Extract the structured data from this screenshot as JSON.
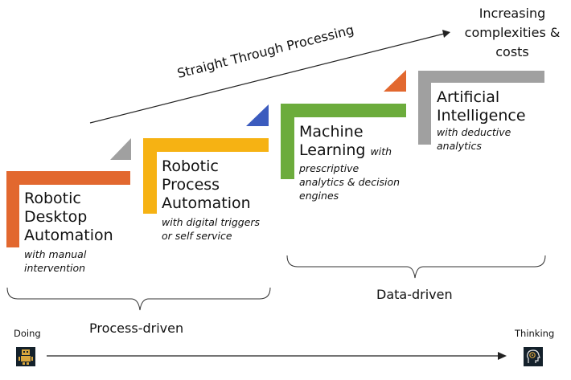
{
  "straight_through": "Straight Through Processing",
  "top_right": {
    "line1": "Increasing",
    "line2": "complexities &",
    "line3": "costs"
  },
  "steps": [
    {
      "title_lines": [
        "Robotic",
        "Desktop",
        "Automation"
      ],
      "subtitle_lines": [
        "with manual",
        "intervention"
      ],
      "color": "#E2682F"
    },
    {
      "title_lines": [
        "Robotic",
        "Process",
        "Automation"
      ],
      "subtitle_lines": [
        "with digital triggers",
        "or self service"
      ],
      "color": "#F6B213"
    },
    {
      "title_lines": [
        "Machine",
        "Learning"
      ],
      "title_inline_sub": "with",
      "subtitle_lines": [
        "prescriptive",
        "analytics & decision",
        "engines"
      ],
      "color": "#6CAC3C"
    },
    {
      "title_lines": [
        "Artificial",
        "Intelligence"
      ],
      "subtitle_lines": [
        "with deductive",
        "analytics"
      ],
      "color": "#A0A0A0"
    }
  ],
  "corner_triangles": [
    {
      "color": "#A0A0A0"
    },
    {
      "color": "#3B5BBE"
    },
    {
      "color": "#E2682F"
    }
  ],
  "groups": {
    "process": "Process-driven",
    "data": "Data-driven"
  },
  "axis": {
    "start": "Doing",
    "end": "Thinking",
    "start_icon": "robot-icon",
    "end_icon": "brain-head-icon"
  }
}
